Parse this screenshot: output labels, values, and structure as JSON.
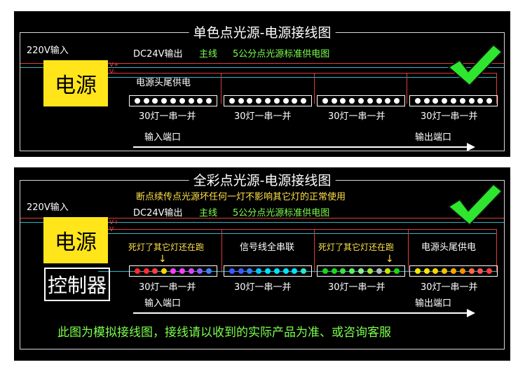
{
  "panel1": {
    "title": "单色点光源-电源接线图",
    "input_voltage": "220V输入",
    "dc_output": "DC24V输出",
    "main_line": "主线",
    "standard": "5公分点光源标准供电图",
    "psu_label": "电源",
    "v_plus": "V+",
    "v_minus": "V-",
    "segment_label": "电源头尾供电",
    "strip_caption": "30灯一串一并",
    "input_port": "输入端口",
    "output_port": "输出端口"
  },
  "panel2": {
    "title": "全彩点光源-电源接线图",
    "notice": "断点续传点光源坏任何一灯不影响其它灯的正常使用",
    "input_voltage": "220V输入",
    "dc_output": "DC24V输出",
    "main_line": "主线",
    "standard": "5公分点光源标准供电图",
    "psu_label": "电源",
    "v_plus": "V+",
    "v_minus": "V-",
    "controller_label": "控制器",
    "segment_labels": [
      "死灯了其它灯还在跑",
      "信号线全串联",
      "死灯了其它灯还在跑",
      "电源头尾供电"
    ],
    "down_arrow": "↓",
    "strip_caption": "30灯一串一并",
    "input_port": "输入端口",
    "output_port": "输出端口",
    "footer": "此图为模拟接线图，接线请以收到的实际产品为准、或咨询客服"
  },
  "colors": {
    "psu_yellow": "#ffe51a",
    "check_green": "#2ee62e",
    "notice_yellow": "#ffe14a",
    "note_green": "#7dff4d",
    "wire_red": "#e23b3b",
    "wire_cyan": "#2fb6c8"
  },
  "strip2_colors": [
    [
      "#ff2a2a",
      "#ff2a2a",
      "#ff4040",
      "#ffd400",
      "#ff3cff",
      "#ff3cff",
      "#d946ef",
      "#8b5cf6",
      "#3b82f6"
    ],
    [
      "#3b5bff",
      "#3b5bff",
      "#2f7dff",
      "#00c8ff",
      "#00e5ff",
      "#00e5ff",
      "#00e5ff",
      "#00e5ff",
      "#2ee6c8"
    ],
    [
      "#19d919",
      "#19d919",
      "#3be33b",
      "#5ef05e",
      "#8bf08b",
      "#a3e635",
      "#b5b5b5",
      "#c8e600",
      "#19d919"
    ],
    [
      "#ffe600",
      "#ffe600",
      "#ffd400",
      "#ffc000",
      "#ffa500",
      "#ff8c00",
      "#ff6a3d",
      "#ff5050",
      "#ff3b3b"
    ]
  ],
  "icons": [
    "check-icon",
    "down-arrow-icon",
    "right-arrow-icon"
  ]
}
